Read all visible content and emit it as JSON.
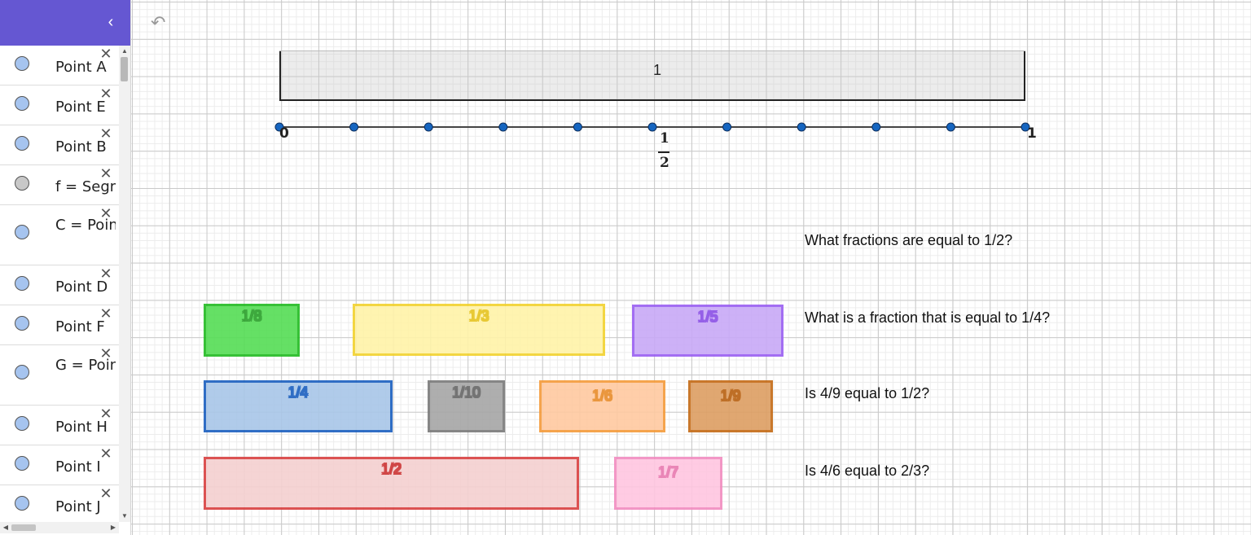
{
  "sidebar": {
    "collapse_icon": "chevron-left-icon",
    "items": [
      {
        "label": "Point A",
        "color": "#a6c4ef"
      },
      {
        "label": "Point E",
        "color": "#a6c4ef"
      },
      {
        "label": "Point B",
        "color": "#a6c4ef"
      },
      {
        "label": "f = Segment",
        "color": "#c8c8c8"
      },
      {
        "label": "C = Point",
        "color": "#a6c4ef"
      },
      {
        "label": "Point D",
        "color": "#a6c4ef"
      },
      {
        "label": "Point F",
        "color": "#a6c4ef"
      },
      {
        "label": "G = Point",
        "color": "#a6c4ef"
      },
      {
        "label": "Point H",
        "color": "#a6c4ef"
      },
      {
        "label": "Point I",
        "color": "#a6c4ef"
      },
      {
        "label": "Point J",
        "color": "#a6c4ef"
      }
    ]
  },
  "graphics": {
    "undo_icon": "undo-icon",
    "unit_bar_label": "1",
    "numberline": {
      "start_label": "0",
      "end_label": "1",
      "half_numerator": "1",
      "half_denominator": "2",
      "point_count": 11
    },
    "fraction_bars": [
      {
        "label": "1/8",
        "fill": "#55dd55",
        "stroke": "#22bb22",
        "text": "#2aa02a"
      },
      {
        "label": "1/3",
        "fill": "#fff3a8",
        "stroke": "#f2d22e",
        "text": "#e6c41f"
      },
      {
        "label": "1/5",
        "fill": "#c8a9f7",
        "stroke": "#9a5ff2",
        "text": "#8a4fe6"
      },
      {
        "label": "1/4",
        "fill": "#a8c6e8",
        "stroke": "#1a5fbf",
        "text": "#1a5fbf"
      },
      {
        "label": "1/10",
        "fill": "#a6a6a6",
        "stroke": "#7a7a7a",
        "text": "#666666"
      },
      {
        "label": "1/6",
        "fill": "#ffc9a0",
        "stroke": "#f59b3a",
        "text": "#e88c2a"
      },
      {
        "label": "1/9",
        "fill": "#dd9e62",
        "stroke": "#c46a15",
        "text": "#b86010"
      },
      {
        "label": "1/2",
        "fill": "#f5d0d0",
        "stroke": "#d94040",
        "text": "#cc3333"
      },
      {
        "label": "1/7",
        "fill": "#ffc6e0",
        "stroke": "#f28cc0",
        "text": "#e87ab0"
      }
    ],
    "questions": [
      "What fractions are equal to 1/2?",
      "What is a fraction that is equal to 1/4?",
      "Is 4/9 equal to 1/2?",
      "Is 4/6 equal to 2/3?"
    ]
  }
}
